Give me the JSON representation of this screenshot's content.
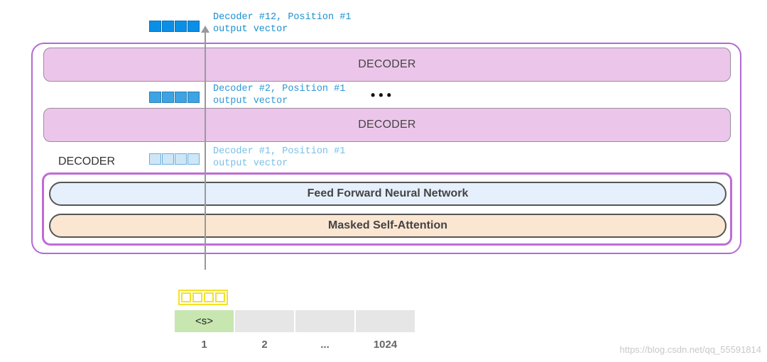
{
  "top_output": {
    "caption_line1": "Decoder #12, Position #1",
    "caption_line2": "output vector",
    "color": "#0a8fe6"
  },
  "decoders": {
    "top_label": "DECODER",
    "middle_label": "DECODER",
    "ellipsis": "• • •",
    "expanded_label": "DECODER"
  },
  "output2": {
    "caption_line1": "Decoder #2, Position #1",
    "caption_line2": "output vector",
    "color": "#2d96d8"
  },
  "output1": {
    "caption_line1": "Decoder #1, Position #1",
    "caption_line2": "output vector",
    "color": "#79bfe8"
  },
  "sublayers": {
    "ffnn": "Feed Forward Neural Network",
    "attention": "Masked Self-Attention"
  },
  "input": {
    "vector_color": "#f2e228",
    "tokens": [
      "<s>",
      "",
      "",
      ""
    ],
    "positions": [
      "1",
      "2",
      "...",
      "1024"
    ],
    "active_color": "#c8e6b0",
    "inactive_color": "#e6e6e6"
  },
  "watermark": "https://blog.csdn.net/qq_55591814"
}
